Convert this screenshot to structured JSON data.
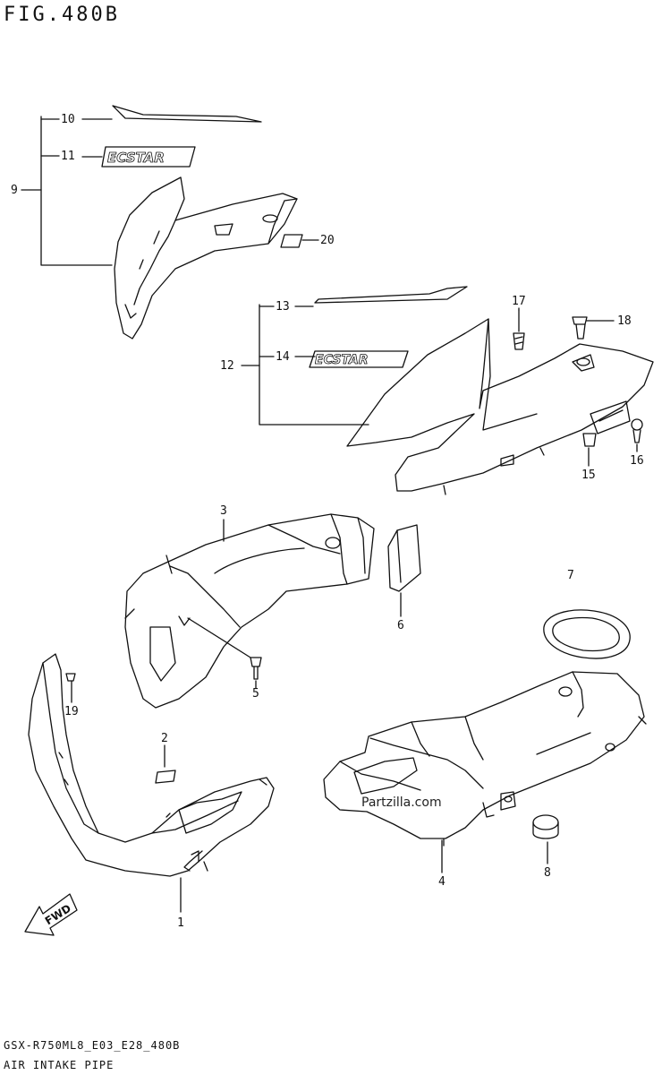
{
  "figure": {
    "code": "FIG.480B",
    "model_line": "GSX-R750ML8_E03_E28_480B",
    "title": "AIR INTAKE PIPE"
  },
  "callouts": [
    {
      "id": "c1",
      "number": "1"
    },
    {
      "id": "c2",
      "number": "2"
    },
    {
      "id": "c3",
      "number": "3"
    },
    {
      "id": "c4",
      "number": "4"
    },
    {
      "id": "c5",
      "number": "5"
    },
    {
      "id": "c6",
      "number": "6"
    },
    {
      "id": "c7",
      "number": "7"
    },
    {
      "id": "c8",
      "number": "8"
    },
    {
      "id": "c9",
      "number": "9"
    },
    {
      "id": "c10",
      "number": "10"
    },
    {
      "id": "c11",
      "number": "11"
    },
    {
      "id": "c12",
      "number": "12"
    },
    {
      "id": "c13",
      "number": "13"
    },
    {
      "id": "c14",
      "number": "14"
    },
    {
      "id": "c15",
      "number": "15"
    },
    {
      "id": "c16",
      "number": "16"
    },
    {
      "id": "c17",
      "number": "17"
    },
    {
      "id": "c18",
      "number": "18"
    },
    {
      "id": "c19",
      "number": "19"
    },
    {
      "id": "c20",
      "number": "20"
    }
  ],
  "emblem_text": "ECSTAR",
  "fwd_label": "FWD",
  "watermark": "Partzilla.com"
}
